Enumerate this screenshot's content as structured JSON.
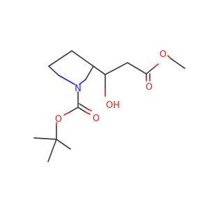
{
  "molecule": {
    "atoms": [
      {
        "id": "n1",
        "label": "N",
        "element": "N",
        "color": "#2020ff"
      },
      {
        "id": "o_oh",
        "label": "OH",
        "element": "O",
        "color": "#ff1a1a"
      },
      {
        "id": "o_ester_carbonyl",
        "label": "O",
        "element": "O",
        "color": "#ff1a1a"
      },
      {
        "id": "o_ester_ether",
        "label": "O",
        "element": "O",
        "color": "#ff1a1a"
      },
      {
        "id": "o_boc_carbonyl",
        "label": "O",
        "element": "O",
        "color": "#ff1a1a"
      },
      {
        "id": "o_boc_ether",
        "label": "O",
        "element": "O",
        "color": "#ff1a1a"
      }
    ],
    "bond_color": "#404040"
  }
}
